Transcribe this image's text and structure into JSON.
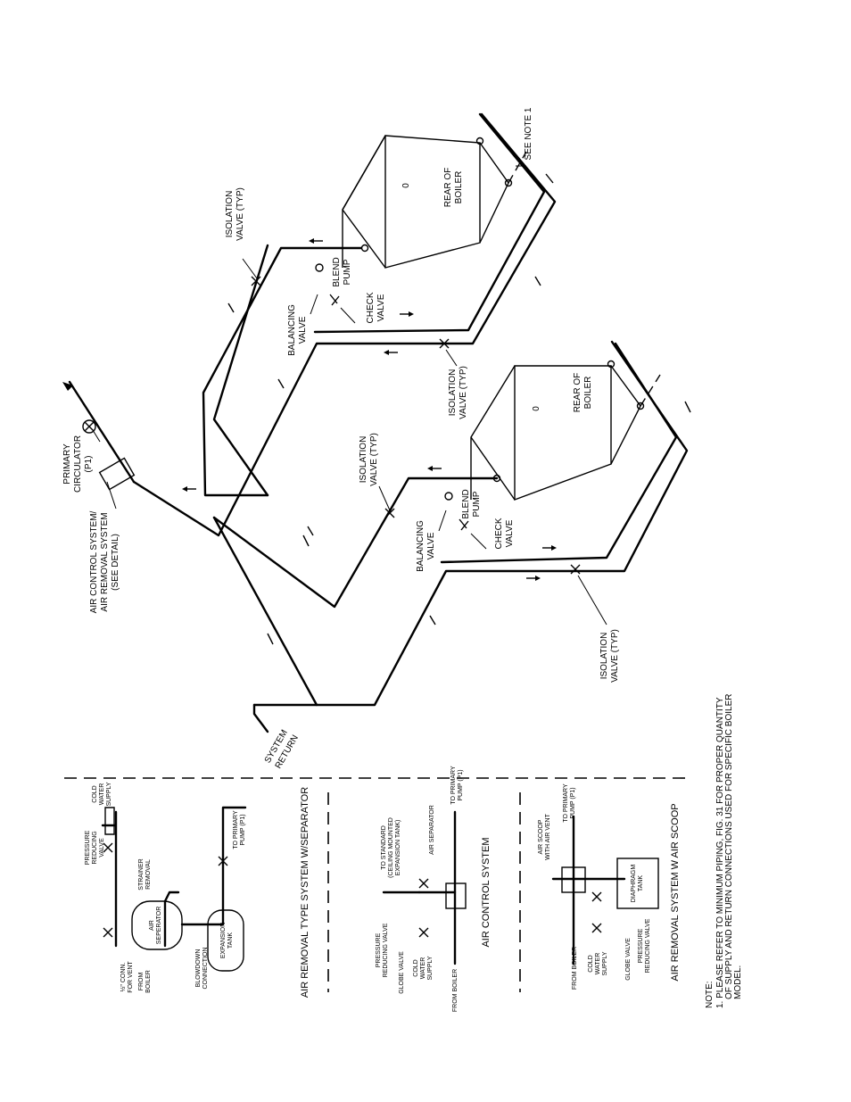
{
  "main": {
    "isolation_valve": [
      "ISOLATION",
      "VALVE (TYP)"
    ],
    "see_note": "SEE NOTE 1",
    "boiler_label": [
      "REAR OF",
      "BOILER"
    ],
    "boiler_mark": "0",
    "blend_pump": [
      "BLEND",
      "PUMP"
    ],
    "check_valve": [
      "CHECK",
      "VALVE"
    ],
    "balancing_valve": [
      "BALANCING",
      "VALVE"
    ],
    "primary_circulator": [
      "PRIMARY",
      "CIRCULATOR",
      "(P1)"
    ],
    "air_control": [
      "AIR CONTROL SYSTEM/",
      "AIR REMOVAL SYSTEM",
      "(SEE DETAIL)"
    ],
    "system_return": [
      "SYSTEM",
      "RETURN"
    ]
  },
  "detail_separator": {
    "title": "AIR REMOVAL TYPE SYSTEM W/SEPARATOR",
    "cold_water": [
      "COLD",
      "WATER",
      "SUPPLY"
    ],
    "pressure_reducing": [
      "PRESSURE",
      "REDUCING",
      "VALVE"
    ],
    "strainer": [
      "STRAINER",
      "REMOVAL"
    ],
    "conn_vent": [
      "½\" CONN.",
      "FOR VENT"
    ],
    "air_separator": [
      "AIR",
      "SEPERATOR"
    ],
    "blowdown": [
      "BLOWDOWN",
      "CONNECTION"
    ],
    "expansion_tank": [
      "EXPANSION",
      "TANK"
    ],
    "to_primary": [
      "TO PRIMARY",
      "PUMP (P1)"
    ],
    "from_boiler": [
      "FROM",
      "BOILER"
    ]
  },
  "detail_control": {
    "title": "AIR CONTROL SYSTEM",
    "to_standard": [
      "TO STANDARD",
      "(CEILING MOUNTED",
      "EXPANSION TANK)"
    ],
    "air_separator": "AIR SEPARATOR",
    "to_primary": [
      "TO PRIMARY",
      "PUMP (P1)"
    ],
    "pressure_reducing": [
      "PRESSURE",
      "REDUCING VALVE"
    ],
    "globe_valve": "GLOBE VALVE",
    "cold_water": [
      "COLD",
      "WATER",
      "SUPPLY"
    ],
    "from_boiler": "FROM BOILER"
  },
  "detail_scoop": {
    "title": "AIR REMOVAL SYSTEM W AIR SCOOP",
    "air_scoop": [
      "AIR SCOOP",
      "WITH AIR VENT"
    ],
    "to_primary": [
      "TO PRIMARY",
      "PUMP (P1)"
    ],
    "diaphragm": [
      "DIAPHRAGM",
      "TANK"
    ],
    "from_boiler": "FROM BOILER",
    "cold_water": [
      "COLD",
      "WATER",
      "SUPPLY"
    ],
    "globe_valve": "GLOBE VALVE",
    "pressure_reducing": [
      "PRESSURE",
      "REDUCING VALVE"
    ]
  },
  "note": {
    "heading": "NOTE:",
    "lines": [
      "1. PLEASE REFER TO MINIMUM PIPING, FIG. 31 FOR PROPER QUANTITY",
      "OF SUPPLY AND RETURN CONNECTIONS USED FOR SPECIFIC BOILER",
      "MODEL."
    ]
  }
}
